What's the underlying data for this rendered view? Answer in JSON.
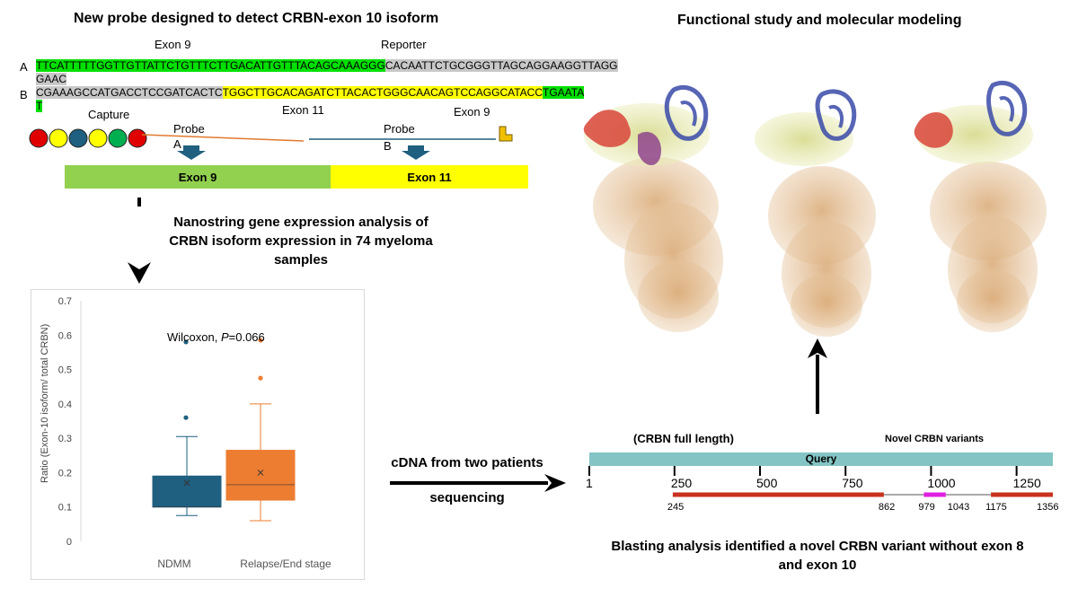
{
  "left": {
    "title": "New probe  designed to detect CRBN-exon 10  isoform",
    "exon9_label": "Exon 9",
    "reporter_label": "Reporter",
    "rowA_letter": "A",
    "rowA_seq_green": "TTCATTTTTGGTTGTTATTCTGTTTCTTGACATTGTTTACAGCAAAGGG",
    "rowA_seq_grey": "CACAATTCTGCGGGTTAGCAGGAAGGTTAGG",
    "rowA_seq_grey2": "GAAC",
    "rowB_letter": "B",
    "rowB_seq_grey": "CGAAAGCCATGACCTCCGATCACTC",
    "rowB_seq_yellow": "TGGCTTGCACAGATCTTACACTGGGCAACAGTCCAGGCATACC",
    "rowB_seq_green": "TGAATA",
    "rowB_seq_green2": "T",
    "capture_label": "Capture",
    "probeA_label": "Probe",
    "probeA_letter": "A",
    "exon11_label": "Exon 11",
    "exon9b_label": "Exon 9",
    "probeB_label": "Probe",
    "probeB_letter": "B",
    "bar_exon9": "Exon 9",
    "bar_exon11": "Exon 11",
    "nanostring_title_1": "Nanostring  gene expression analysis of",
    "nanostring_title_2": "CRBN isoform expression in 74 myeloma",
    "nanostring_title_3": "samples"
  },
  "chart_data": {
    "type": "box",
    "ylabel": "Ratio (Exon-10 isoform/ total CRBN)",
    "ylim": [
      0,
      0.7
    ],
    "yticks": [
      "0",
      "0.1",
      "0.2",
      "0.3",
      "0.4",
      "0.5",
      "0.6",
      "0.7"
    ],
    "annotation_prefix": "Wilcoxon, ",
    "annotation_p": "P",
    "annotation_value": "=0.066",
    "categories": [
      "NDMM",
      "Relapse/End stage"
    ],
    "boxes": [
      {
        "category": "NDMM",
        "min": 0.075,
        "q1": 0.1,
        "median": 0.1,
        "q3": 0.19,
        "max": 0.305,
        "mean": 0.17,
        "outliers": [
          0.36,
          0.58
        ],
        "color": "#1f5f7f"
      },
      {
        "category": "Relapse/End stage",
        "min": 0.06,
        "q1": 0.12,
        "median": 0.165,
        "q3": 0.265,
        "max": 0.4,
        "mean": 0.2,
        "outliers": [
          0.475,
          0.585
        ],
        "color": "#ed7d31"
      }
    ]
  },
  "middle": {
    "cdna_label": "cDNA from two patients",
    "sequencing_label": "sequencing"
  },
  "right": {
    "title": "Functional  study and molecular modeling",
    "blast": {
      "full_length_label": "(CRBN  full length)",
      "novel_label": "Novel CRBN variants",
      "query_label": "Query",
      "scale_ticks": [
        "1",
        "250",
        "500",
        "750",
        "1000",
        "1250"
      ],
      "scale_values": [
        1,
        250,
        500,
        750,
        1000,
        1250
      ],
      "scale_max": 1356,
      "segments": [
        {
          "start": 245,
          "end": 862,
          "color": "#c8321e"
        },
        {
          "start": 862,
          "end": 979,
          "color": "#aaaaaa"
        },
        {
          "start": 979,
          "end": 1043,
          "color": "#e020e0"
        },
        {
          "start": 1043,
          "end": 1175,
          "color": "#aaaaaa"
        },
        {
          "start": 1175,
          "end": 1356,
          "color": "#c8321e"
        }
      ],
      "segment_labels": [
        "245",
        "862",
        "979",
        "1043",
        "1175",
        "1356"
      ],
      "segment_label_values": [
        245,
        862,
        979,
        1043,
        1175,
        1356
      ]
    },
    "blast_caption_1": "Blasting analysis identified  a novel CRBN variant without exon 8",
    "blast_caption_2": "and exon 10"
  },
  "colors": {
    "green": "#00e000",
    "grey": "#c8c8c8",
    "yellow": "#ffff00",
    "bar_green": "#92d050",
    "bar_yellow": "#ffff00",
    "query_teal": "#84c4c4"
  },
  "capture_beads": [
    "#e00000",
    "#ffff00",
    "#1f5f7f",
    "#ffff00",
    "#00b050",
    "#e00000"
  ]
}
